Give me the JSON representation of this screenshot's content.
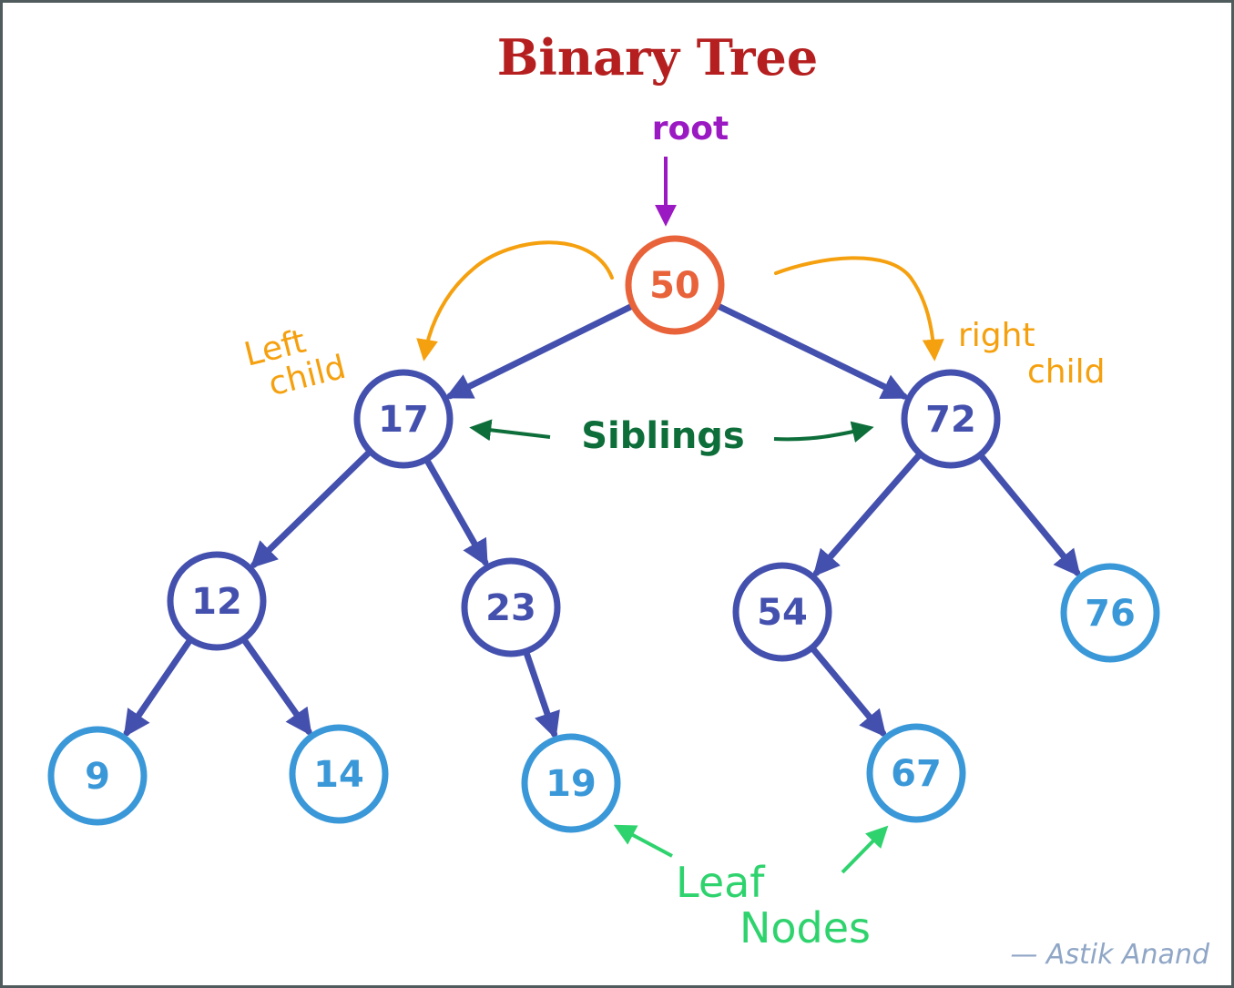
{
  "title": "Binary Tree",
  "annotations": {
    "root": "root",
    "left_child": [
      "Left",
      "child"
    ],
    "right_child": [
      "right",
      "child"
    ],
    "siblings": "Siblings",
    "leaf_nodes": [
      "Leaf",
      "Nodes"
    ],
    "author": "— Astik Anand"
  },
  "colors": {
    "title": "#b51f1f",
    "root_label": "#9b19c2",
    "root_node": "#e8623a",
    "internal_node": "#4450ad",
    "leaf_node": "#3a98d8",
    "child_arrows": "#f5a00e",
    "siblings": "#0d6e3a",
    "leaf_label": "#2fd36e",
    "author": "#8fa6c6"
  },
  "nodes": [
    {
      "id": "n50",
      "value": "50",
      "kind": "root"
    },
    {
      "id": "n17",
      "value": "17",
      "kind": "internal"
    },
    {
      "id": "n72",
      "value": "72",
      "kind": "internal"
    },
    {
      "id": "n12",
      "value": "12",
      "kind": "internal"
    },
    {
      "id": "n23",
      "value": "23",
      "kind": "internal"
    },
    {
      "id": "n54",
      "value": "54",
      "kind": "internal"
    },
    {
      "id": "n76",
      "value": "76",
      "kind": "leaf"
    },
    {
      "id": "n9",
      "value": "9",
      "kind": "leaf"
    },
    {
      "id": "n14",
      "value": "14",
      "kind": "leaf"
    },
    {
      "id": "n19",
      "value": "19",
      "kind": "leaf"
    },
    {
      "id": "n67",
      "value": "67",
      "kind": "leaf"
    }
  ],
  "edges": [
    {
      "from": "n50",
      "to": "n17"
    },
    {
      "from": "n50",
      "to": "n72"
    },
    {
      "from": "n17",
      "to": "n12"
    },
    {
      "from": "n17",
      "to": "n23"
    },
    {
      "from": "n72",
      "to": "n54"
    },
    {
      "from": "n72",
      "to": "n76"
    },
    {
      "from": "n12",
      "to": "n9"
    },
    {
      "from": "n12",
      "to": "n14"
    },
    {
      "from": "n23",
      "to": "n19"
    },
    {
      "from": "n54",
      "to": "n67"
    }
  ]
}
